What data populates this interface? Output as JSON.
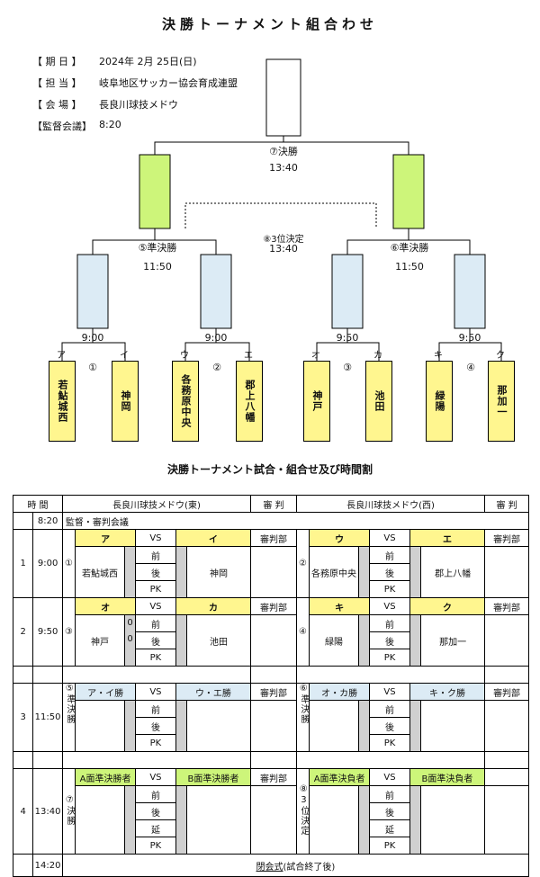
{
  "title": "決勝トーナメント組合わせ",
  "info": [
    {
      "label": "【 期 日 】",
      "value": "2024年 2月 25日(日)"
    },
    {
      "label": "【 担 当 】",
      "value": "岐阜地区サッカー協会育成連盟"
    },
    {
      "label": "【 会 場 】",
      "value": "長良川球技メドウ"
    },
    {
      "label": "【監督会議】",
      "value": "8:20"
    }
  ],
  "bracket": {
    "final_label": "⑦決勝",
    "final_time": "13:40",
    "third_label": "⑧3位決定",
    "third_time": "13:40",
    "sf5_label": "⑤準決勝",
    "sf5_time": "11:50",
    "sf6_label": "⑥準決勝",
    "sf6_time": "11:50",
    "r1_time_12": "9:00",
    "r1_time_34": "9:50",
    "match_nums": [
      "①",
      "②",
      "③",
      "④"
    ],
    "slots": [
      "ア",
      "イ",
      "ウ",
      "エ",
      "オ",
      "カ",
      "キ",
      "ク"
    ],
    "teams": [
      "若鮎城西",
      "神岡",
      "各務原中央",
      "郡上八幡",
      "神戸",
      "池田",
      "緑陽",
      "那加一"
    ]
  },
  "schedule": {
    "title": "決勝トーナメント試合・組合せ及び時間割",
    "header": {
      "time": "時 間",
      "east": "長良川球技メドウ(東)",
      "ref": "審 判",
      "west": "長良川球技メドウ(西)",
      "ref2": "審 判"
    },
    "meeting_time": "8:20",
    "meeting_label": "監督・審判会議",
    "vs": "VS",
    "mae": "前",
    "ato": "後",
    "pk": "PK",
    "en": "延",
    "ref_dept": "審判部",
    "r1": {
      "no": "1",
      "time": "9:00",
      "a_num": "①",
      "a_l": "ア",
      "a_r": "イ",
      "a_team_l": "若鮎城西",
      "a_team_r": "神岡",
      "b_num": "②",
      "b_l": "ウ",
      "b_r": "エ",
      "b_team_l": "各務原中央",
      "b_team_r": "郡上八幡"
    },
    "r2": {
      "no": "2",
      "time": "9:50",
      "a_num": "③",
      "a_l": "オ",
      "a_r": "カ",
      "a_team_l": "神戸",
      "a_team_r": "池田",
      "a_score1": "0",
      "a_score2": "0",
      "b_num": "④",
      "b_l": "キ",
      "b_r": "ク",
      "b_team_l": "緑陽",
      "b_team_r": "那加一"
    },
    "r3": {
      "no": "3",
      "time": "11:50",
      "a_label": "⑤準決勝",
      "a_l": "ア・イ勝",
      "a_r": "ウ・エ勝",
      "b_label": "⑥準決勝",
      "b_l": "オ・カ勝",
      "b_r": "キ・ク勝"
    },
    "r4": {
      "no": "4",
      "time": "13:40",
      "a_label": "⑦決勝",
      "a_l": "A面準決勝者",
      "a_r": "B面準決勝者",
      "b_label": "⑧3位決定",
      "b_l": "A面準決負者",
      "b_r": "B面準決負者"
    },
    "closing_time": "14:20",
    "closing_main": "閉会式",
    "closing_sub": "(試合終了後)"
  }
}
